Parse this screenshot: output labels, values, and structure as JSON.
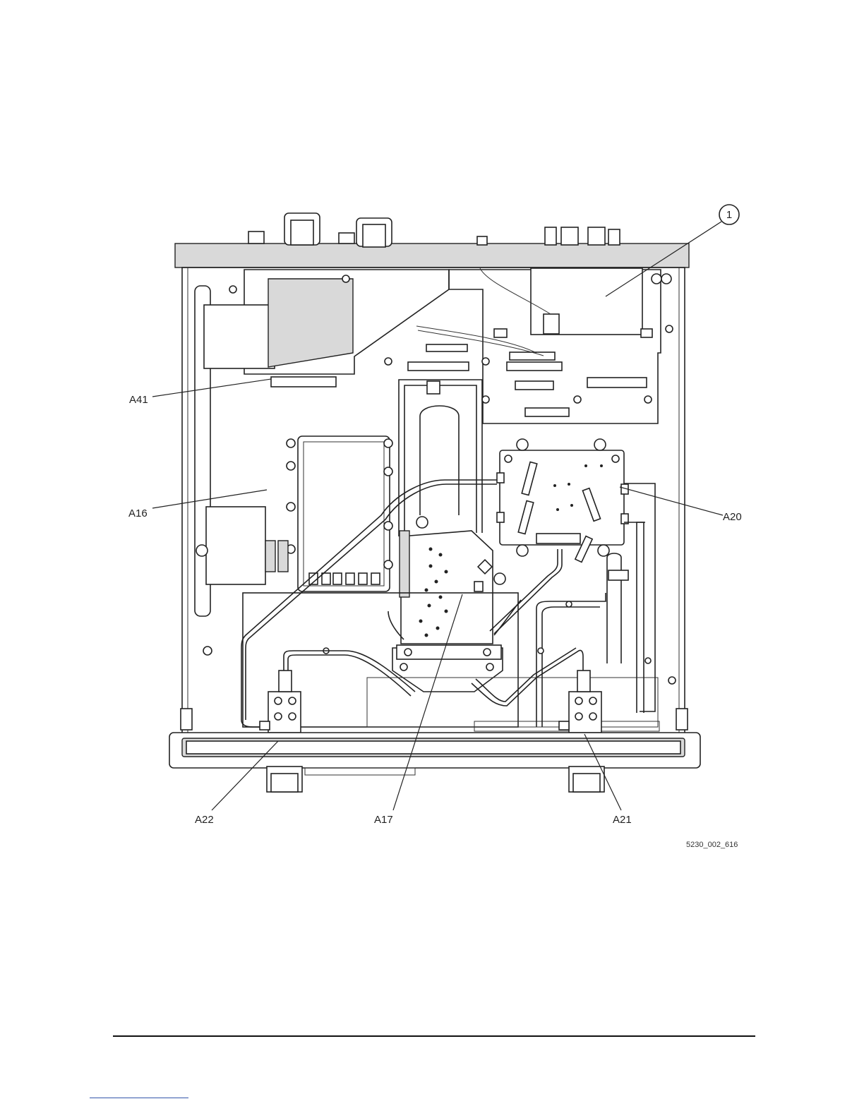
{
  "figure": {
    "callouts": {
      "item_1": "1",
      "a41": "A41",
      "a16": "A16",
      "a20": "A20",
      "a22": "A22",
      "a17": "A17",
      "a21": "A21"
    },
    "figure_id": "5230_002_616"
  }
}
